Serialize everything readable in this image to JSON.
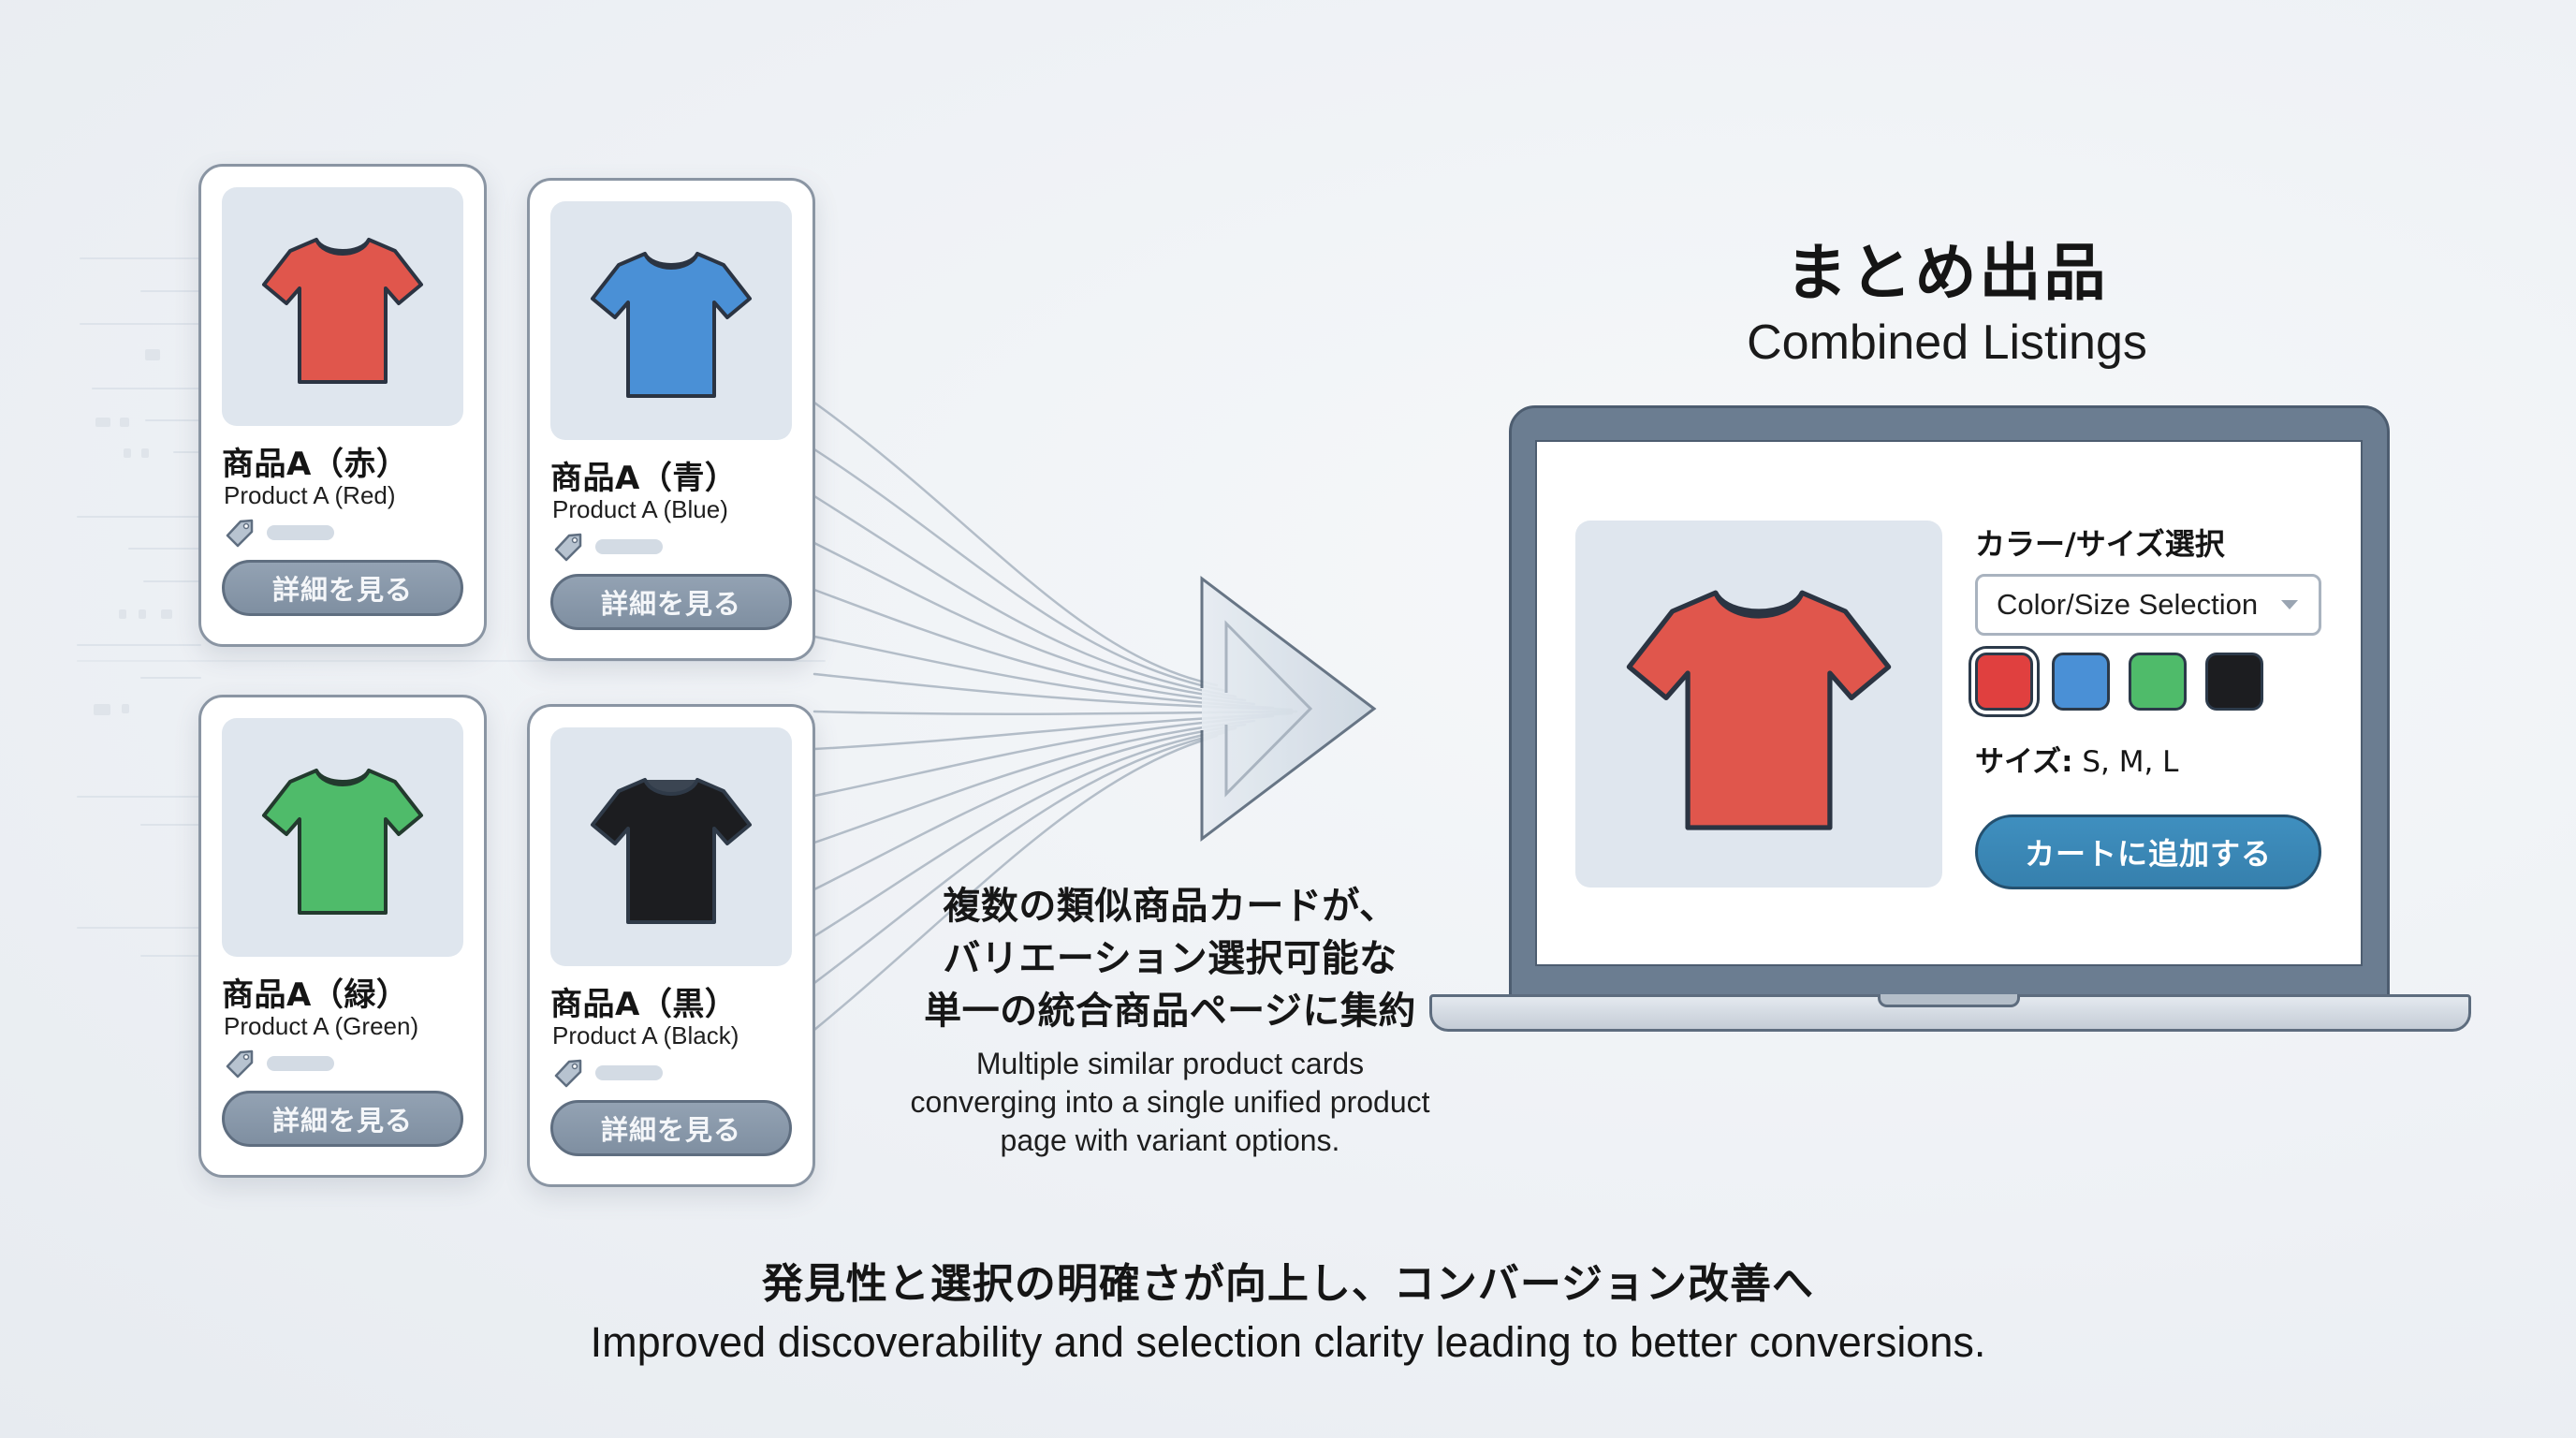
{
  "header": {
    "title_jp": "まとめ出品",
    "title_en": "Combined Listings"
  },
  "colors": {
    "red": "#e0564c",
    "blue": "#4a90d6",
    "green": "#4fbb6a",
    "black": "#1c1d20",
    "shirt_outline": "#2b3442",
    "card_button": "#8595a8",
    "cart_button": "#3a87b5",
    "laptop_frame": "#6b7d91"
  },
  "product_cards": [
    {
      "color_key": "red",
      "title_jp": "商品A（赤）",
      "title_en": "Product A (Red)",
      "button": "詳細を見る"
    },
    {
      "color_key": "blue",
      "title_jp": "商品A（青）",
      "title_en": "Product A (Blue)",
      "button": "詳細を見る"
    },
    {
      "color_key": "green",
      "title_jp": "商品A（緑）",
      "title_en": "Product A (Green)",
      "button": "詳細を見る"
    },
    {
      "color_key": "black",
      "title_jp": "商品A（黒）",
      "title_en": "Product A (Black)",
      "button": "詳細を見る"
    }
  ],
  "flow_caption": {
    "jp_lines": [
      "複数の類似商品カードが、",
      "バリエーション選択可能な",
      "単一の統合商品ページに集約"
    ],
    "en_lines": [
      "Multiple similar product cards",
      "converging into a single unified product",
      "page with variant options."
    ]
  },
  "product_page": {
    "selector_label": "カラー/サイズ選択",
    "dropdown_value": "Color/Size Selection",
    "dropdown_icon": "caret-down-icon",
    "swatches": [
      {
        "name": "red",
        "selected": true
      },
      {
        "name": "blue",
        "selected": false
      },
      {
        "name": "green",
        "selected": false
      },
      {
        "name": "black",
        "selected": false
      }
    ],
    "size_label": "サイズ:",
    "size_values": "S, M, L",
    "cart_button": "カートに追加する"
  },
  "footer": {
    "jp": "発見性と選択の明確さが向上し、コンバージョン改善へ",
    "en": "Improved discoverability and selection clarity leading to better conversions."
  }
}
